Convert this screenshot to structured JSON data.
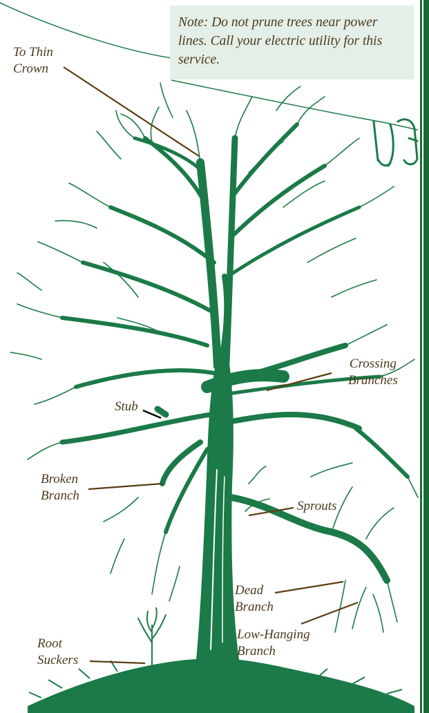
{
  "note": {
    "text": "Note: Do not prune trees near power lines. Call your electric utility for this service."
  },
  "labels": {
    "thin_crown": [
      "To Thin",
      "Crown"
    ],
    "crossing": [
      "Crossing",
      "Branches"
    ],
    "stub": "Stub",
    "broken": [
      "Broken",
      "Branch"
    ],
    "sprouts": "Sprouts",
    "dead": [
      "Dead",
      "Branch"
    ],
    "low_hanging": [
      "Low-Hanging",
      "Branch"
    ],
    "root_suckers": [
      "Root",
      "Suckers"
    ]
  },
  "colors": {
    "tree": "#1b7a47",
    "leader": "#5a3d12",
    "text": "#4a3a1c",
    "note_bg": "#e4efe7",
    "sidebar": "#1a6b35"
  }
}
